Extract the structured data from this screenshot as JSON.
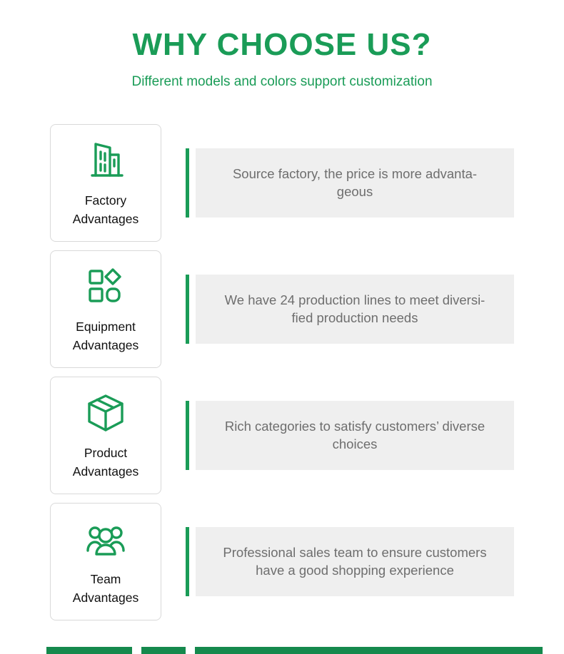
{
  "header": {
    "title": "WHY CHOOSE US?",
    "subtitle": "Different models and colors support customization"
  },
  "colors": {
    "accent_green": "#1a9c57",
    "dark_green_bar": "#15894d",
    "desc_background": "#efefef",
    "desc_text": "#6e6e6e",
    "card_border": "#d9d9d9",
    "label_text": "#111111"
  },
  "rows": [
    {
      "icon": "factory-icon",
      "label": "Factory\nAdvantages",
      "desc": "Source factory, the price is more advanta-\ngeous"
    },
    {
      "icon": "equipment-icon",
      "label": "Equipment\nAdvantages",
      "desc": "We have 24 production lines to meet diversi-\nfied production needs"
    },
    {
      "icon": "product-box-icon",
      "label": "Product\nAdvantages",
      "desc": "Rich categories to satisfy customers’ diverse\nchoices"
    },
    {
      "icon": "team-icon",
      "label": "Team\nAdvantages",
      "desc": "Professional sales team to ensure customers\nhave a good shopping experience"
    }
  ]
}
